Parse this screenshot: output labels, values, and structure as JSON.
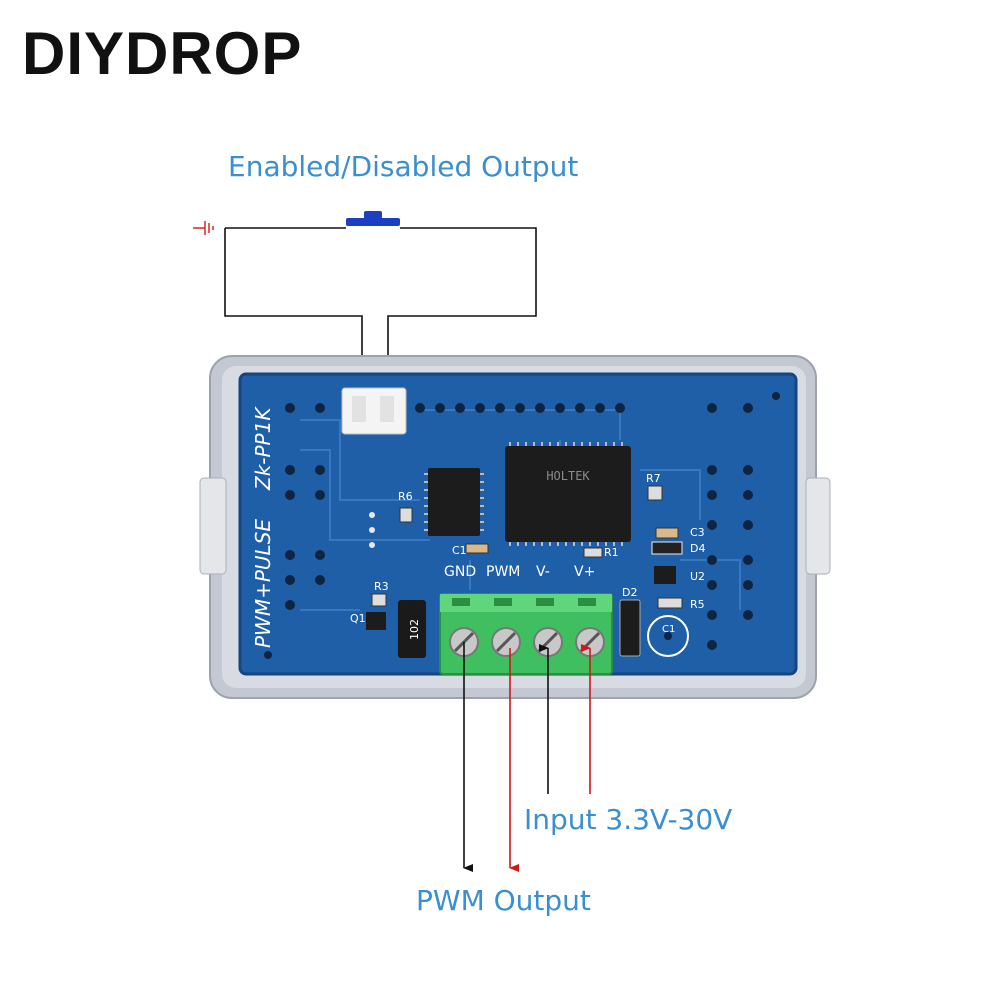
{
  "brand": {
    "logo_text": "DIYDROP"
  },
  "captions": {
    "switch": "Enabled/Disabled Output",
    "input": "Input 3.3V-30V",
    "pwm": "PWM Output"
  },
  "board": {
    "model": "Zk-PP1K",
    "function": "PWM+PULSE",
    "terminal_labels": [
      "GND",
      "PWM",
      "V-",
      "V+"
    ],
    "component_labels": [
      "R6",
      "R7",
      "C3",
      "D4",
      "U2",
      "R5",
      "C1",
      "D2",
      "R3",
      "Q1",
      "R1",
      "C1",
      "102"
    ],
    "chip_text": "HOLTEK"
  },
  "colors": {
    "caption": "#3a8fd0",
    "pcb": "#1f5fa8",
    "terminal": "#3fbf5f",
    "wire_red": "#d01818",
    "wire_black": "#111111",
    "button": "#1a3fc0"
  }
}
